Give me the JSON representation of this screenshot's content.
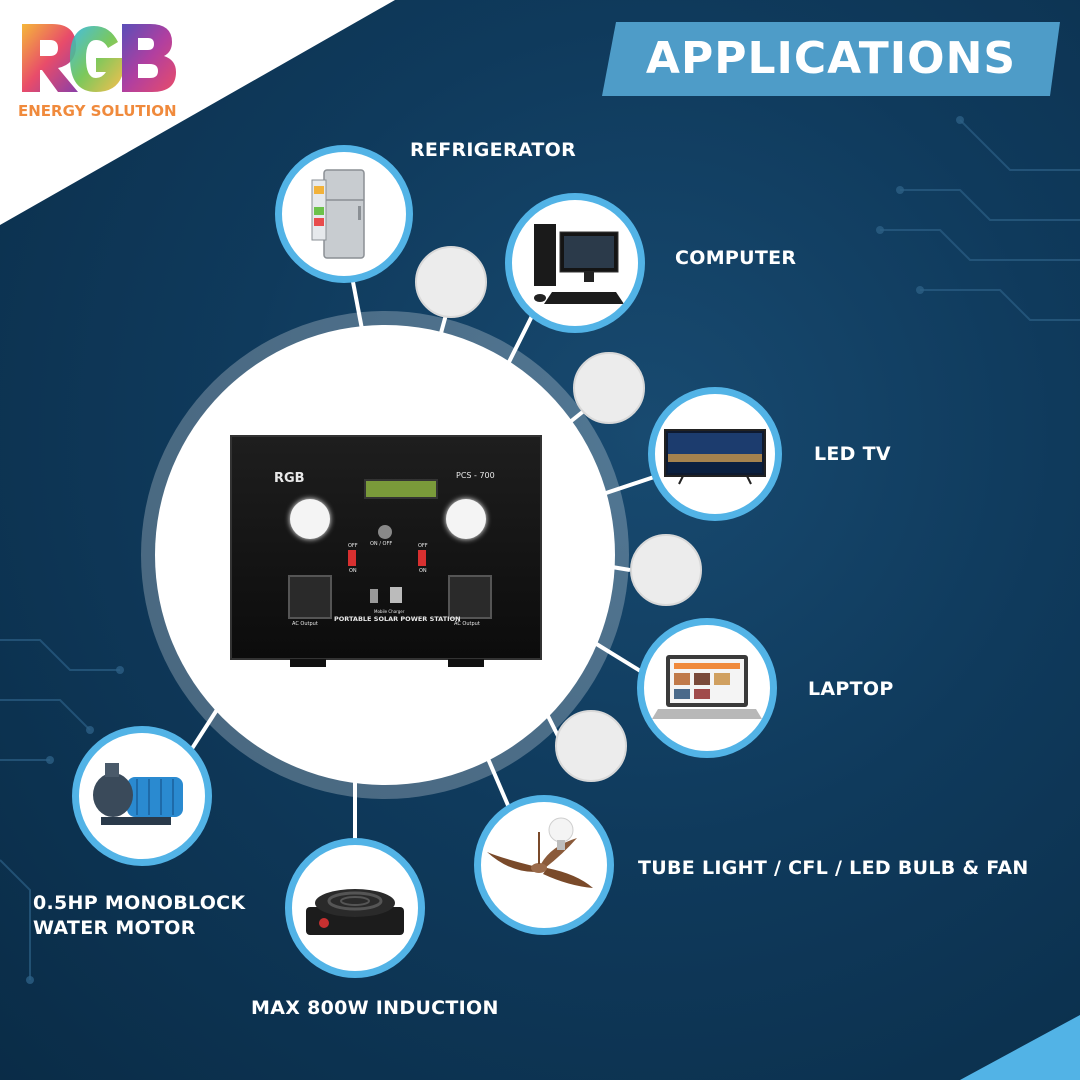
{
  "brand": {
    "logo_text": "RGB",
    "tagline": "ENERGY SOLUTION"
  },
  "header": {
    "title": "APPLICATIONS"
  },
  "product": {
    "logo": "RGB",
    "model": "PCS - 700",
    "switch_label": "ON / OFF",
    "off_left": "OFF",
    "on_left": "ON",
    "off_right": "OFF",
    "on_right": "ON",
    "ac_output_left": "AC Output",
    "ac_output_right": "AC Output",
    "mobile_charger": "Mobile Charger",
    "name": "PORTABLE SOLAR POWER STATION"
  },
  "applications": {
    "refrigerator": {
      "label": "REFRIGERATOR",
      "icon": "refrigerator-icon"
    },
    "computer": {
      "label": "COMPUTER",
      "icon": "computer-icon"
    },
    "led_tv": {
      "label": "LED TV",
      "icon": "tv-icon"
    },
    "laptop": {
      "label": "LAPTOP",
      "icon": "laptop-icon"
    },
    "lights_fan": {
      "label": "TUBE LIGHT / CFL / LED BULB & FAN",
      "icon": "ceiling-fan-icon"
    },
    "induction": {
      "label": "MAX 800W INDUCTION",
      "icon": "induction-stove-icon"
    },
    "water_motor": {
      "label_line1": "0.5HP MONOBLOCK",
      "label_line2": "WATER MOTOR",
      "icon": "water-pump-icon"
    }
  },
  "colors": {
    "background": "#0f3a5c",
    "accent_blue": "#52b3e6",
    "banner": "#4e9cc8",
    "logo_r": "#e84c6a",
    "logo_g": "#6cc24a",
    "logo_b": "#8a3fa8",
    "tagline": "#f08a3c"
  }
}
